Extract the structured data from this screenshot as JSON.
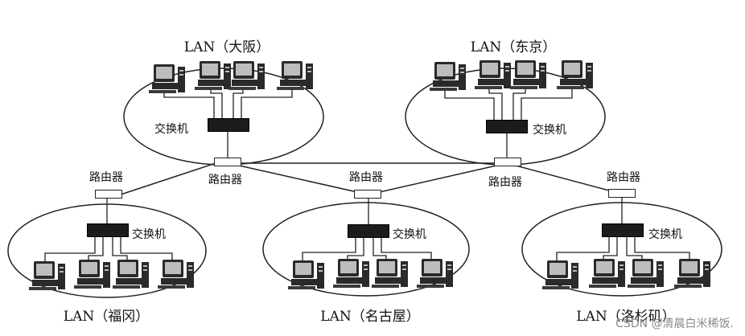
{
  "lans": [
    {
      "id": "osaka",
      "title": "LAN（大阪）",
      "switch_label": "交换机"
    },
    {
      "id": "tokyo",
      "title": "LAN（东京）",
      "switch_label": "交换机"
    },
    {
      "id": "fukuoka",
      "title": "LAN（福冈）",
      "switch_label": "交换机",
      "router_label": "路由器"
    },
    {
      "id": "nagoya",
      "title": "LAN（名古屋）",
      "switch_label": "交换机",
      "router_label": "路由器"
    },
    {
      "id": "la",
      "title": "LAN（洛杉矶）",
      "switch_label": "交换机",
      "router_label": "路由器"
    }
  ],
  "core_routers": [
    {
      "id": "osaka-router",
      "label": "路由器"
    },
    {
      "id": "tokyo-router",
      "label": "路由器"
    }
  ],
  "watermark": "CSDN @清晨白米稀饭."
}
